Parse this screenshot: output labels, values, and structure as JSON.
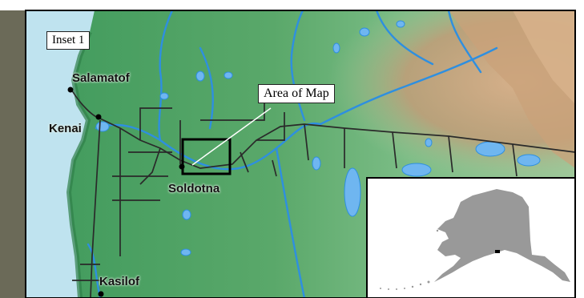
{
  "map": {
    "inset_label": "Inset 1",
    "area_label": "Area of Map",
    "places": [
      {
        "name": "Salamatof"
      },
      {
        "name": "Kenai"
      },
      {
        "name": "Soldotna"
      },
      {
        "name": "Kasilof"
      }
    ],
    "colors": {
      "ocean": "#bfe3ef",
      "lowland": "#4fa366",
      "upland": "#7fc08a",
      "mountain": "#c9a27a",
      "water": "#2e8fe0",
      "lake": "#6fb6f0",
      "road": "#2a2a2a",
      "locator_land": "#999999"
    },
    "icons": [
      "town-dot-icon",
      "alaska-locator-icon"
    ]
  }
}
